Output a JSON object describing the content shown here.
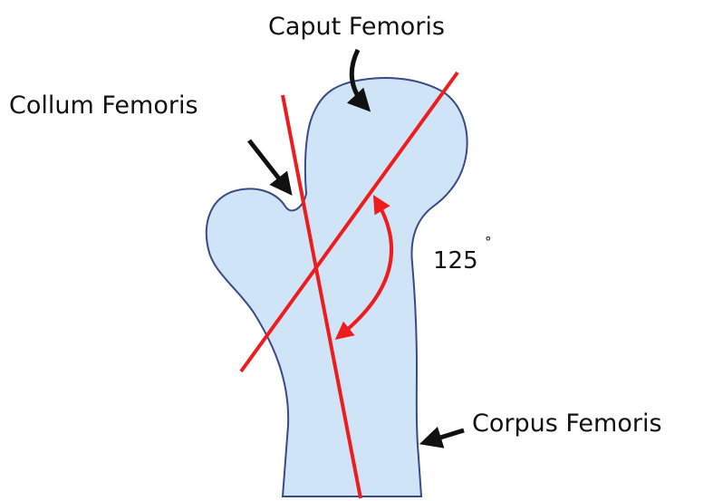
{
  "labels": {
    "caput": "Caput Femoris",
    "collum": "Collum Femoris",
    "corpus": "Corpus Femoris"
  },
  "angle": {
    "value": "125",
    "unit": "°"
  },
  "colors": {
    "bone_fill": "#cfe4f6",
    "bone_outline": "#3a4a86",
    "axis_lines": "#ee1c1c",
    "angle_arrow": "#ee1c1c",
    "pointer_arrows": "#111111"
  }
}
